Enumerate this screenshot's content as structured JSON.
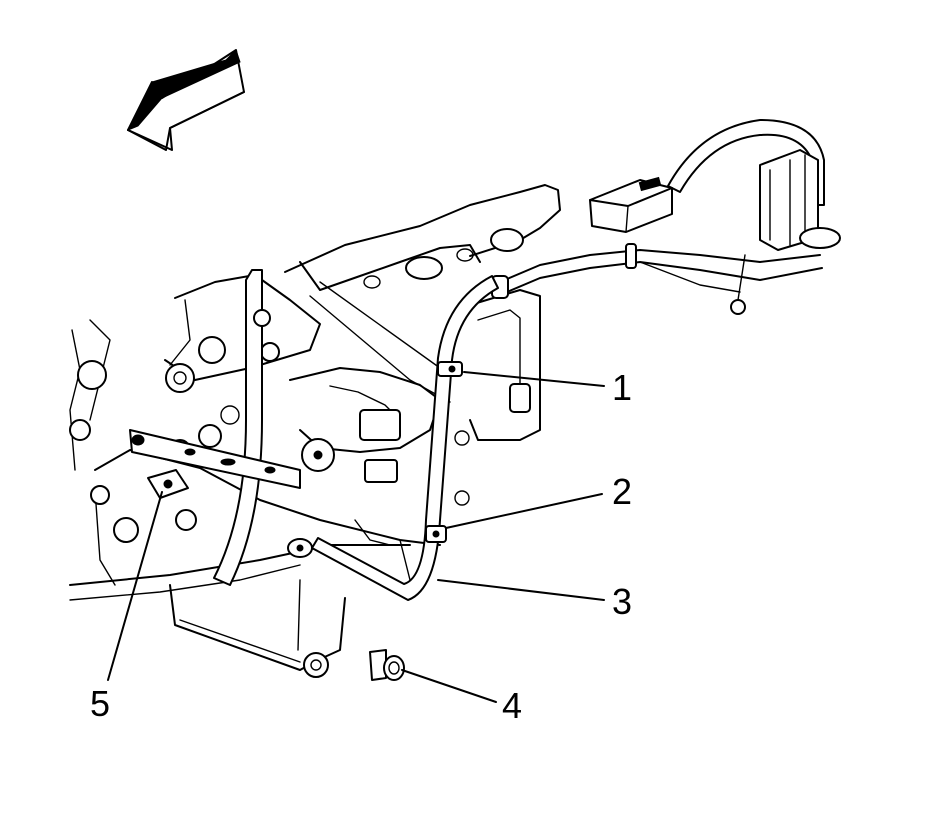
{
  "diagram": {
    "callouts": [
      {
        "id": "1",
        "label": "1"
      },
      {
        "id": "2",
        "label": "2"
      },
      {
        "id": "3",
        "label": "3"
      },
      {
        "id": "4",
        "label": "4"
      },
      {
        "id": "5",
        "label": "5"
      }
    ],
    "direction_arrow_icon": "front-direction-arrow-icon",
    "colors": {
      "line": "#000000",
      "background": "#ffffff"
    }
  }
}
